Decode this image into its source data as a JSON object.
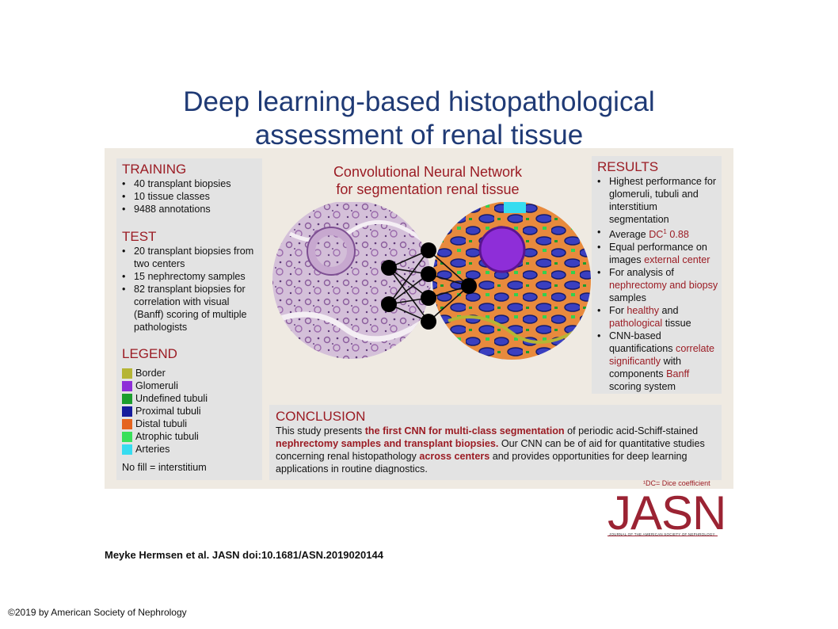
{
  "title_line1": "Deep learning-based histopathological",
  "title_line2": "assessment of renal tissue",
  "training": {
    "heading": "TRAINING",
    "items": [
      "40 transplant biopsies",
      "10 tissue classes",
      "9488 annotations"
    ]
  },
  "test": {
    "heading": "TEST",
    "items": [
      "20 transplant biopsies from two centers",
      "15 nephrectomy samples",
      "82 transplant biopsies for correlation with visual (Banff) scoring of multiple pathologists"
    ]
  },
  "legend": {
    "heading": "LEGEND",
    "items": [
      {
        "label": "Border",
        "color": "#b5b535"
      },
      {
        "label": "Glomeruli",
        "color": "#8e2ed8"
      },
      {
        "label": "Undefined tubuli",
        "color": "#1c9e2d"
      },
      {
        "label": "Proximal tubuli",
        "color": "#161c9c"
      },
      {
        "label": "Distal tubuli",
        "color": "#e5641f"
      },
      {
        "label": "Atrophic tubuli",
        "color": "#38e05a"
      },
      {
        "label": "Arteries",
        "color": "#36dcf0"
      }
    ],
    "note": "No fill = interstitium"
  },
  "cnn": {
    "line1": "Convolutional Neural Network",
    "line2": "for segmentation renal tissue"
  },
  "results": {
    "heading": "RESULTS",
    "r1": "Highest performance for glomeruli, tubuli and interstitium segmentation",
    "r2_pre": "Average ",
    "r2_red": "DC",
    "r2_sup": "1",
    "r2_val": " 0.88",
    "r3_pre": "Equal performance on images ",
    "r3_red": "external center",
    "r4_pre": "For analysis of ",
    "r4_red": "nephrectomy and biopsy",
    "r4_post": " samples",
    "r5_pre": "For ",
    "r5_red1": "healthy",
    "r5_mid": " and ",
    "r5_red2": "pathological",
    "r5_post": " tissue",
    "r6_pre": "CNN-based quantifications ",
    "r6_red": "correlate significantly",
    "r6_mid": " with components ",
    "r6_red2": "Banff",
    "r6_post": " scoring system"
  },
  "conclusion": {
    "heading": "CONCLUSION",
    "t1": "This study presents ",
    "b1": "the first CNN for multi-class segmentation",
    "t2": " of periodic acid-Schiff-stained ",
    "b2": "nephrectomy samples and transplant biopsies.",
    "t3": " Our CNN can be of aid for quantitative studies concerning renal histopathology ",
    "b3": "across centers",
    "t4": " and provides opportunities for deep learning applications in routine diagnostics."
  },
  "footnote": "¹DC= Dice coefficient",
  "journal": {
    "logo": "JASN",
    "subtitle": "JOURNAL OF THE AMERICAN SOCIETY OF NEPHROLOGY"
  },
  "citation": "Meyke Hermsen et al. JASN doi:10.1681/ASN.2019020144",
  "copyright": "©2019 by American Society of Nephrology"
}
